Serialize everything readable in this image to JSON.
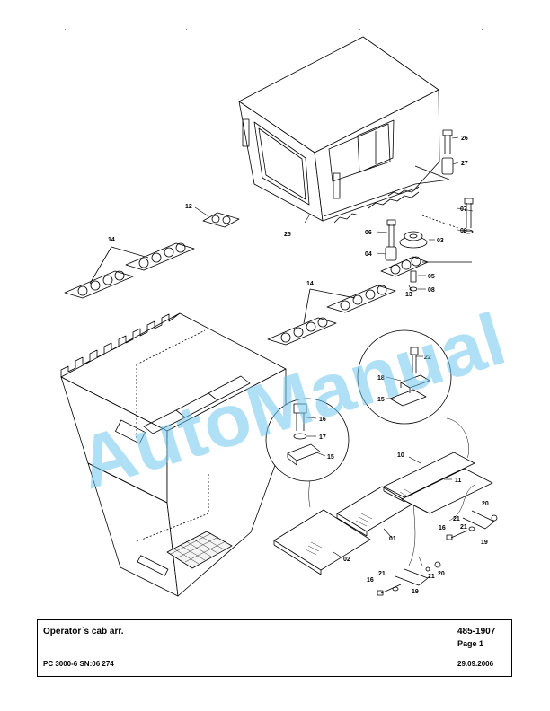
{
  "document": {
    "title": "Operator´s cab arr.",
    "model_serial": "PC 3000-6 SN:06 274",
    "part_number": "485-1907",
    "page": "Page 1",
    "date": "29.09.2006"
  },
  "watermark": {
    "text": "AutoManual",
    "color": "#6ec6ec"
  },
  "callouts": {
    "c01": "01",
    "c02": "02",
    "c03": "03",
    "c04": "04",
    "c05": "05",
    "c06": "06",
    "c07": "07",
    "c08": "08",
    "c09": "09",
    "c10": "10",
    "c11": "11",
    "c12": "12",
    "c14a": "14",
    "c14b": "14",
    "c13": "13",
    "c15a": "15",
    "c15b": "15",
    "c16a": "16",
    "c16b": "16",
    "c16c": "16",
    "c17": "17",
    "c18": "18",
    "c19a": "19",
    "c19b": "19",
    "c20a": "20",
    "c20b": "20",
    "c21a": "21",
    "c21b": "21",
    "c21c": "21",
    "c21d": "21",
    "c22": "22",
    "c25": "25",
    "c26": "26",
    "c27": "27"
  }
}
